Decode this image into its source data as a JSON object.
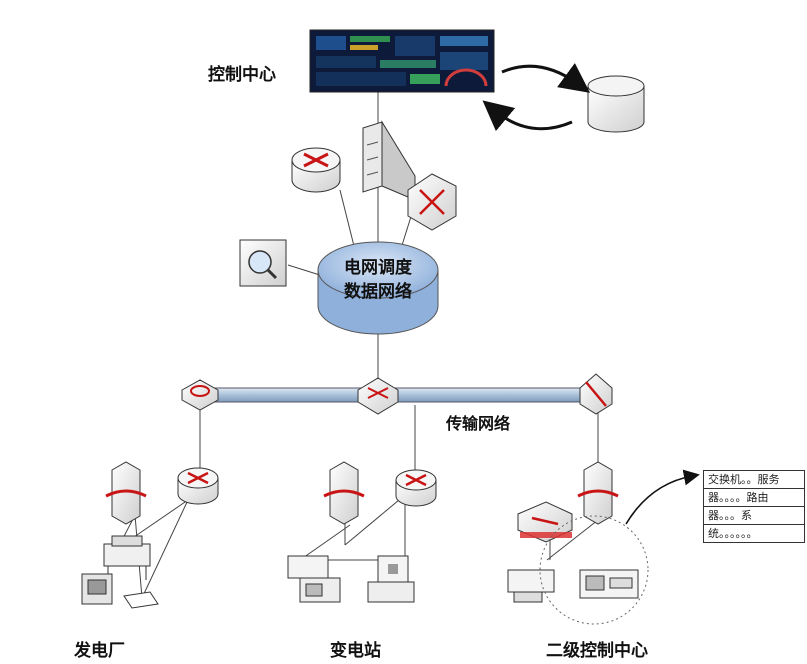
{
  "labels": {
    "control_center": "控制中心",
    "network_line1": "电网调度",
    "network_line2": "数据网络",
    "transmission_network": "传输网络",
    "power_plant": "发电厂",
    "substation": "变电站",
    "secondary_control_center": "二级控制中心"
  },
  "legend": {
    "rows": [
      "交换机。。服务",
      "器。。。。路由",
      "器。。。系",
      "统。。。。。。"
    ]
  },
  "colors": {
    "line": "#444444",
    "pipe": "#b7cbe0",
    "cloud": "#a9c2e3",
    "server_red": "#c81414",
    "device_fill": "#e6e6e6"
  },
  "icons": {
    "control_screen": "monitor-dashboard-icon",
    "database": "database-icon",
    "server": "server-icon",
    "router": "router-icon",
    "switch": "switch-icon",
    "monitor": "monitor-icon",
    "firewall": "firewall-icon",
    "printer": "printer-icon",
    "workstation": "workstation-icon"
  }
}
